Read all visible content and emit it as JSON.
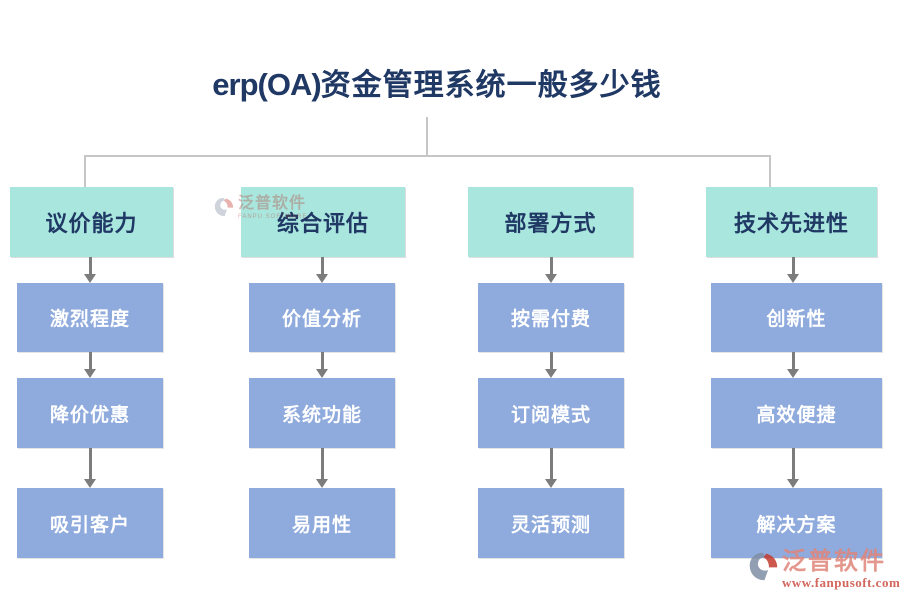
{
  "title": {
    "latin": "erp(OA)",
    "chinese": "资金管理系统一般多少钱"
  },
  "columns": [
    {
      "header": "议价能力",
      "children": [
        "激烈程度",
        "降价优惠",
        "吸引客户"
      ]
    },
    {
      "header": "综合评估",
      "children": [
        "价值分析",
        "系统功能",
        "易用性"
      ]
    },
    {
      "header": "部署方式",
      "children": [
        "按需付费",
        "订阅模式",
        "灵活预测"
      ]
    },
    {
      "header": "技术先进性",
      "children": [
        "创新性",
        "高效便捷",
        "解决方案"
      ]
    }
  ],
  "watermarks": {
    "center": {
      "brand": "泛普软件",
      "sub": "FANPU SOFTWARE"
    },
    "bottom_right": {
      "brand": "泛普软件",
      "url": "www.fanpusoft.com"
    }
  },
  "colors": {
    "title_text": "#1f3864",
    "header_bg": "#a9e6de",
    "header_text": "#1f3864",
    "node_bg": "#8faadc",
    "node_text": "#ffffff",
    "connector_line": "#c6c6c6",
    "arrow": "#7c7c7c",
    "logo_brand": "#e0857a",
    "logo_url": "#cc4c41"
  }
}
